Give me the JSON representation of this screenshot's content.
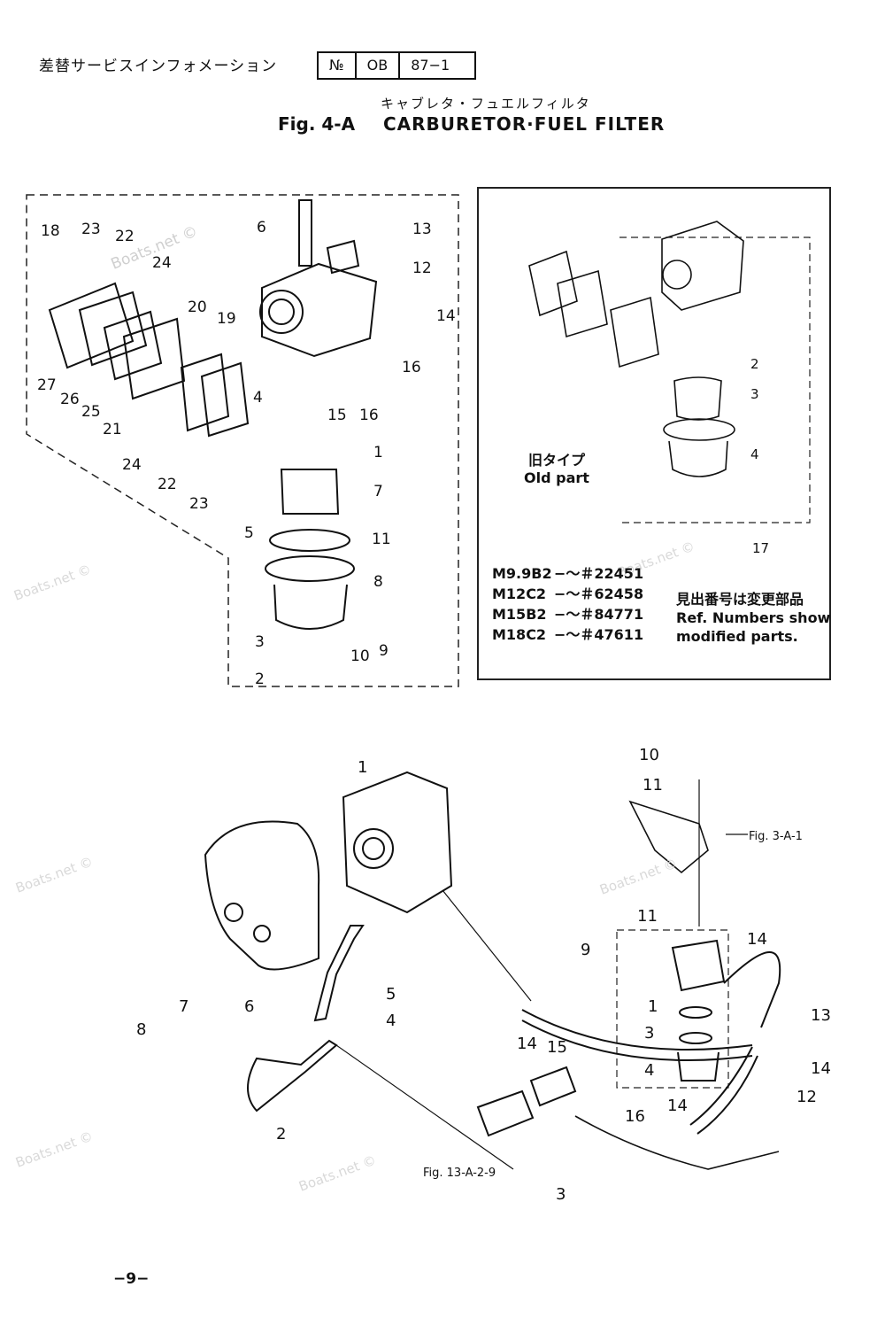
{
  "header": {
    "jp_title": "差替サービスインフォメーション",
    "box_no_label": "№",
    "box_code": "OB",
    "box_number": "87−1"
  },
  "figure": {
    "jp_subtitle": "キャブレタ・フュエルフィルタ",
    "number": "Fig. 4-A",
    "title": "CARBURETOR·FUEL FILTER"
  },
  "upper_left_callouts": [
    "18",
    "23",
    "22",
    "24",
    "20",
    "19",
    "27",
    "26",
    "25",
    "21",
    "24",
    "22",
    "23",
    "6",
    "13",
    "12",
    "14",
    "16",
    "4",
    "15",
    "16",
    "1",
    "7",
    "5",
    "11",
    "8",
    "3",
    "10",
    "9",
    "2"
  ],
  "inset": {
    "old_part_jp": "旧タイプ",
    "old_part_en": "Old part",
    "callouts": [
      "2",
      "3",
      "4",
      "17"
    ],
    "models": [
      {
        "model": "M9.9B2",
        "range": "−～＃22451"
      },
      {
        "model": "M12C2",
        "range": "−～＃62458"
      },
      {
        "model": "M15B2",
        "range": "−～＃84771"
      },
      {
        "model": "M18C2",
        "range": "−～＃47611"
      }
    ],
    "note_jp": "見出番号は変更部品",
    "note_en_1": "Ref. Numbers show",
    "note_en_2": "modified parts."
  },
  "lower_callouts": [
    "1",
    "10",
    "11",
    "11",
    "9",
    "14",
    "1",
    "13",
    "3",
    "14",
    "4",
    "12",
    "14",
    "16",
    "15",
    "14",
    "5",
    "4",
    "7",
    "6",
    "8",
    "2",
    "3"
  ],
  "cross_refs": {
    "fig_3a1": "Fig. 3-A-1",
    "fig_13a29": "Fig. 13-A-2-9"
  },
  "watermark": "Boats.net ©",
  "page_number": "−9−"
}
